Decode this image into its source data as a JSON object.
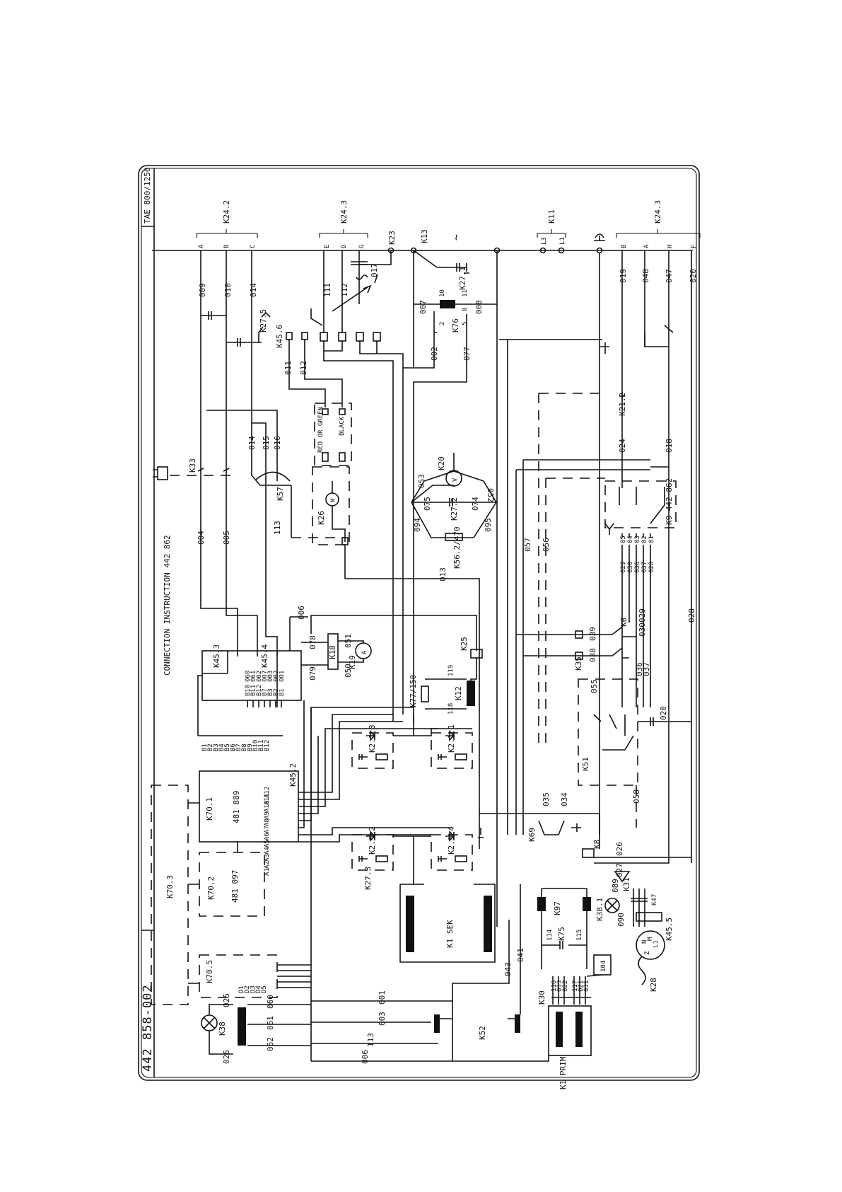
{
  "title_block": {
    "drawing_number": "442 858-002",
    "model": "TAE 800/1250",
    "instruction": "CONNECTION INSTRUCTION 442 862"
  },
  "terminal_blocks": {
    "k24_2": {
      "label": "K24.2",
      "terminals": [
        "A",
        "B",
        "C"
      ]
    },
    "k24_3_top": {
      "label": "K24.3",
      "terminals": [
        "E",
        "D",
        "G"
      ]
    },
    "k24_3_bottom": {
      "label": "K24.3",
      "terminals": [
        "B",
        "A",
        "H",
        "F"
      ]
    },
    "k11": {
      "label": "K11",
      "terminals": [
        "L3",
        "L1"
      ]
    },
    "k23": "K23",
    "k13": "K13",
    "ac": "~"
  },
  "wire_numbers_top": [
    "009",
    "010",
    "014",
    "111",
    "112",
    "017",
    "007",
    "008",
    "019",
    "048",
    "047",
    "020"
  ],
  "components": {
    "k27_5": "K27.5",
    "k45_6": "K45.6",
    "k27_1": "K27.1",
    "k76": "K76",
    "k76_pins": [
      "10",
      "2",
      "11",
      "8",
      "5"
    ],
    "k33": "K33",
    "k57": "K57",
    "k26": "K26",
    "k26_motor": "M",
    "k20": "K20",
    "k20_sym": "V",
    "k27_2": "K27.2",
    "k56_2": "K56.2/470",
    "k21_2": "K21.2",
    "k9_862": "K9 442 862",
    "k45_3": "K45.3",
    "k45_4": "K45.4",
    "k18": "K18",
    "k19": "K19",
    "k19_sym": "A",
    "k25": "K25",
    "k77": "K77/150",
    "k12": "K12",
    "k6": "K6",
    "k35": "K35",
    "k51": "K51",
    "k45_2": "K45.2",
    "k70_1": "K70.1",
    "k70_1_code": "481 889",
    "k70_2": "K70.2",
    "k70_2_code": "481 097",
    "k70_3": "K70.3",
    "k70_5": "K70.5",
    "k2_1_3": "K2.1 3",
    "k2_1_1": "K2.1 1",
    "k2_1_2": "K2.1 2",
    "k2_1_4": "K2.1 4",
    "k27_3": "K27.3",
    "k1_sek": "K1 SEK",
    "k69": "K69",
    "k8": "K8",
    "k31": "K31",
    "k38_1": "K38.1",
    "k97": "K97",
    "k75": "K75",
    "k104": "104",
    "k28": "K28",
    "k47": "K47",
    "k45_5": "K45.5",
    "k38": "K38",
    "k9": "K9",
    "k52": "K52",
    "k30": "K30",
    "k1_prim": "K1 PRIM",
    "red_or_green": "RED OR GREEN",
    "black": "BLACK"
  },
  "wire_numbers": {
    "w004": "004",
    "w005": "005",
    "w113": "113",
    "w014": "014",
    "w015": "015",
    "w016": "016",
    "w011": "011",
    "w012": "012",
    "w002": "002",
    "w077": "077",
    "w013": "013",
    "w053": "053",
    "w052": "052",
    "w075": "075",
    "w074": "074",
    "w094": "094",
    "w095": "095",
    "w024": "024",
    "w018": "018",
    "w057": "057",
    "w056": "056",
    "w006": "006",
    "w078": "078",
    "w079": "079",
    "w051": "051",
    "w050": "050",
    "w119": "119",
    "w118": "118",
    "w039": "039",
    "w038": "038",
    "w029": "029",
    "w030": "030",
    "w028": "028",
    "w036": "036",
    "w037": "037",
    "w055": "055",
    "w020": "020",
    "w058": "058",
    "w035": "035",
    "w034": "034",
    "w026": "026",
    "w027": "027",
    "w089": "089",
    "w090": "090",
    "w041": "041",
    "w043": "043",
    "w114": "114",
    "w115": "115",
    "w001": "001",
    "w003": "003",
    "w025": "025",
    "w060": "060",
    "w061": "061",
    "w062": "062"
  },
  "k9_pins": [
    "05",
    "04",
    "03",
    "02",
    "01"
  ],
  "k9_wires": [
    "029",
    "030",
    "036",
    "037",
    "028"
  ],
  "k45_2_pins": [
    "A12",
    "A11",
    "A10",
    "A9",
    "A8",
    "A7",
    "A6",
    "A5",
    "A4",
    "A3",
    "A2",
    "A1"
  ],
  "b_pins": [
    "B1",
    "B2",
    "B3",
    "B4",
    "B5",
    "B6",
    "B7",
    "B8",
    "B9",
    "B10",
    "B11",
    "B12"
  ],
  "k45_3_pins": [
    "B10",
    "B11",
    "B12",
    "B7",
    "B3",
    "B2",
    "B1"
  ],
  "k45_3_wires": [
    "060",
    "061",
    "062",
    "007",
    "003",
    "002",
    "001"
  ],
  "k70_5_pins": [
    "D1",
    "D2",
    "D3",
    "D4",
    "D5"
  ],
  "k30_wires": [
    "116",
    "033",
    "022",
    "117",
    "021",
    "031"
  ],
  "k28_pins": [
    "N",
    "M",
    "L1",
    "Z"
  ]
}
